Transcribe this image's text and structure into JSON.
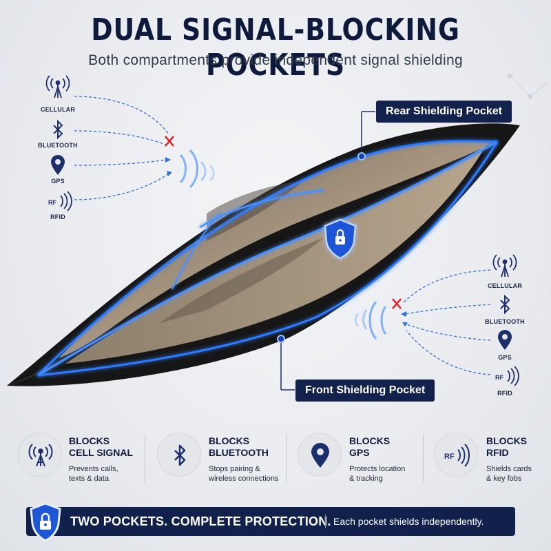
{
  "title": "DUAL SIGNAL-BLOCKING POCKETS",
  "subtitle": "Both compartments provide independent signal shielding",
  "rear_pocket_label": "Rear Shielding Pocket",
  "front_pocket_label": "Front Shielding Pocket",
  "signals_left": [
    "CELLULAR",
    "BLUETOOTH",
    "GPS",
    "RFID"
  ],
  "signals_right": [
    "CELLULAR",
    "BLUETOOTH",
    "GPS",
    "RFID"
  ],
  "rf_text": "RF",
  "features": [
    {
      "icon": "cell-tower-icon",
      "line1": "BLOCKS",
      "line2": "CELL SIGNAL",
      "desc1": "Prevents calls,",
      "desc2": "texts & data"
    },
    {
      "icon": "bluetooth-icon",
      "line1": "BLOCKS",
      "line2": "BLUETOOTH",
      "desc1": "Stops pairing &",
      "desc2": "wireless connections"
    },
    {
      "icon": "gps-pin-icon",
      "line1": "BLOCKS",
      "line2": "GPS",
      "desc1": "Protects location",
      "desc2": "& tracking"
    },
    {
      "icon": "rfid-icon",
      "line1": "BLOCKS",
      "line2": "RFID",
      "desc1": "Shields cards",
      "desc2": "& key fobs"
    }
  ],
  "banner": {
    "main": "TWO POCKETS. COMPLETE PROTECTION.",
    "tail": "Each pocket shields independently."
  },
  "colors": {
    "navy": "#13224d",
    "glow": "#2f7bff",
    "block_x": "#e0262b",
    "icon": "#1d2f6b"
  }
}
